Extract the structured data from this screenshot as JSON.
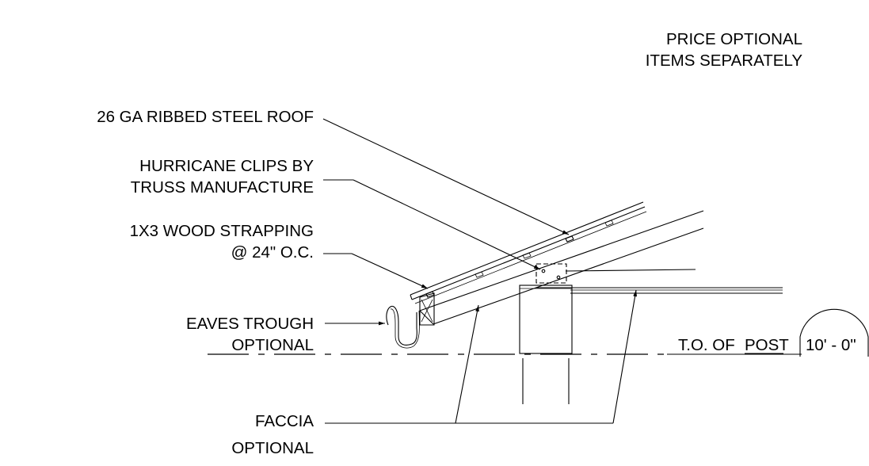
{
  "drawing": {
    "notes": {
      "price_line1": "PRICE OPTIONAL",
      "price_line2": "ITEMS SEPARATELY"
    },
    "labels": {
      "roof": "26 GA RIBBED STEEL ROOF",
      "clips_line1": "HURRICANE CLIPS BY",
      "clips_line2": "TRUSS MANUFACTURE",
      "strapping_line1": "1X3 WOOD STRAPPING",
      "strapping_line2": "@ 24\" O.C.",
      "eaves_line1": "EAVES TROUGH",
      "eaves_line2": "OPTIONAL",
      "faccia_line1": "FACCIA",
      "faccia_line2": "OPTIONAL",
      "top_of_post_prefix": "T.O. OF ",
      "top_of_post_word": "POST",
      "elevation": "10' - 0\""
    }
  }
}
